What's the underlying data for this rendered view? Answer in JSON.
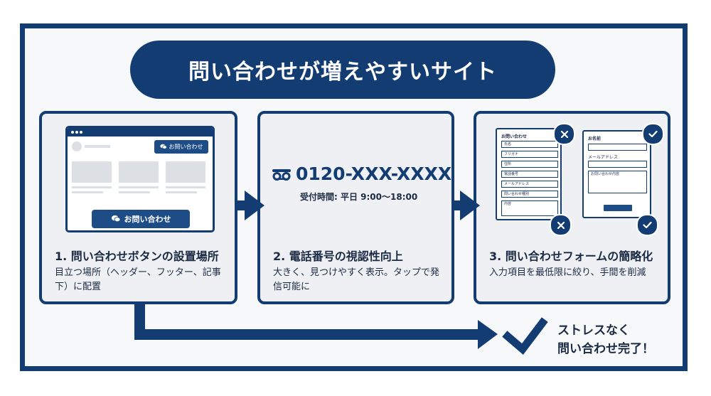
{
  "title": "問い合わせが増えやすいサイト",
  "steps": [
    {
      "title": "1. 問い合わせボタンの設置場所",
      "desc": "目立つ場所（ヘッダー、フッター、記事下）に配置",
      "header_button": "お問い合わせ",
      "main_button": "お問い合わせ"
    },
    {
      "title": "2. 電話番号の視認性向上",
      "desc": "大きく、見つけやすく表示。タップで発信可能に",
      "phone": "0120-XXX-XXXX",
      "hours": "受付時間: 平日 9:00〜18:00"
    },
    {
      "title": "3. 問い合わせフォームの簡略化",
      "desc": "入力項目を最低限に絞り、手間を削減",
      "long_form": {
        "title": "お問い合わせ",
        "fields": [
          "氏名",
          "フリガナ",
          "住所",
          "電話番号",
          "メールアドレス",
          "問い合わせ種別",
          "内容"
        ]
      },
      "short_form": {
        "title": "お名前",
        "email_label": "メールアドレス",
        "message_label": "お問い合わせ内容"
      }
    }
  ],
  "result": {
    "line1": "ストレスなく",
    "line2": "問い合わせ完了！"
  },
  "colors": {
    "navy": "#133d72",
    "card_bg": "#eef0f3"
  },
  "icons": [
    "chat-icon",
    "freedial-icon",
    "close-icon",
    "check-icon",
    "arrow-right-icon"
  ]
}
